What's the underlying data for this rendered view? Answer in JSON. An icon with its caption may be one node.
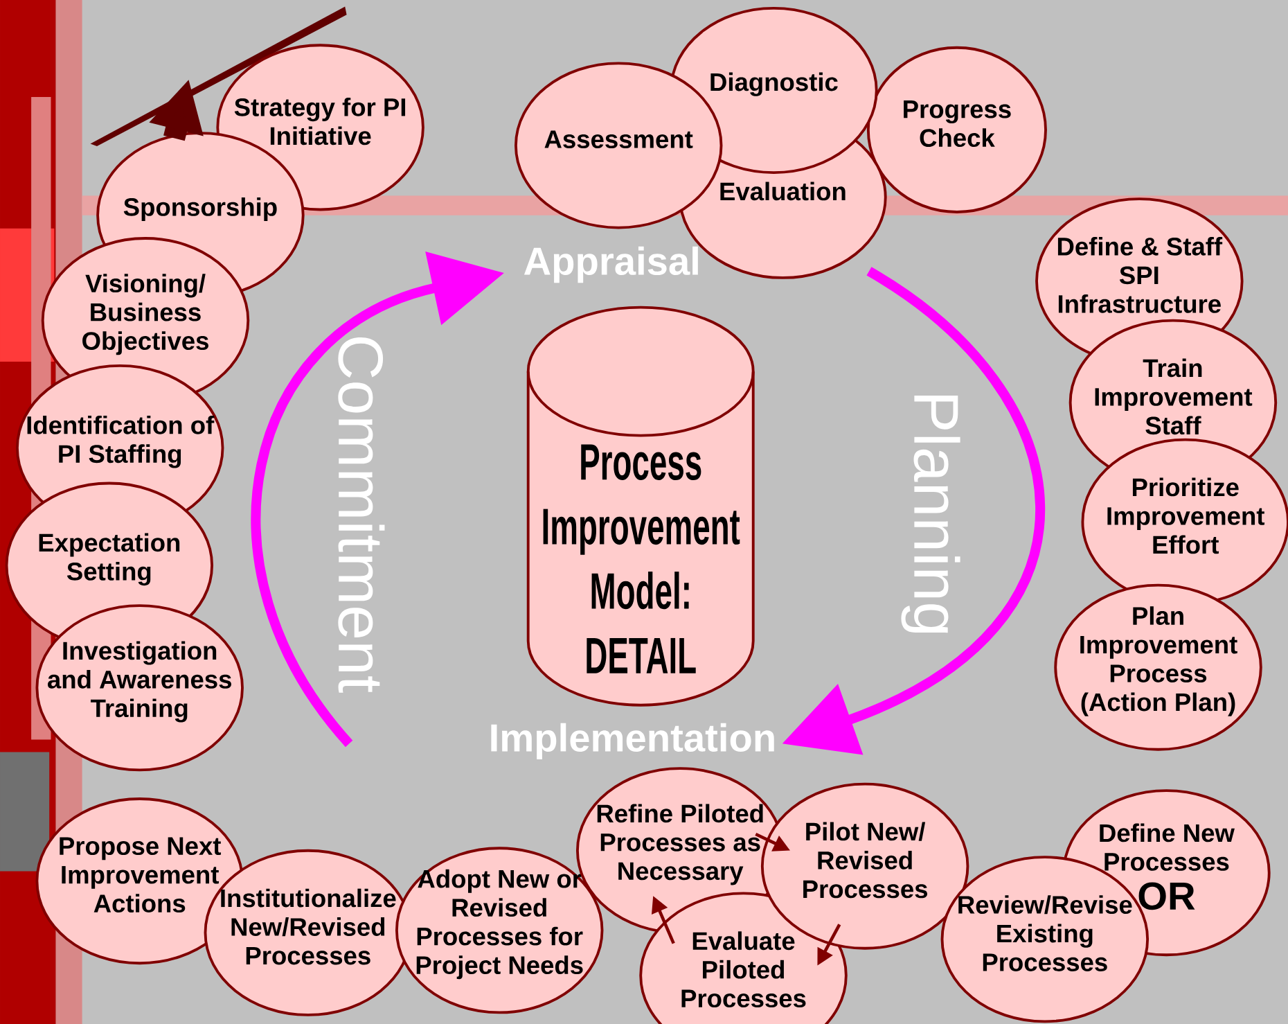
{
  "diagram": {
    "nodes": [
      {
        "text": [
          "Strategy for PI Initiative"
        ]
      },
      {
        "text": [
          "Sponsorship"
        ]
      },
      {
        "text": [
          "Visioning/ Business Objectives"
        ]
      },
      {
        "text": [
          "Identification of PI Staffing"
        ]
      },
      {
        "text": [
          "Expectation Setting"
        ]
      },
      {
        "text": [
          "Investigation and Awareness Training"
        ]
      },
      {
        "text": [
          "Assessment"
        ]
      },
      {
        "text": [
          "Diagnostic"
        ]
      },
      {
        "text": [
          "Evaluation"
        ]
      },
      {
        "text": [
          "Progress Check"
        ]
      },
      {
        "text": [
          "Define & Staff SPI Infrastructure"
        ]
      },
      {
        "text": [
          "Train Improvement Staff"
        ]
      },
      {
        "text": [
          "Prioritize Improvement Effort"
        ]
      },
      {
        "text": [
          "Plan Improvement Process (Action Plan)"
        ]
      },
      {
        "text": [
          "Define New Processes",
          "OR"
        ]
      },
      {
        "text": [
          "Review/Revise Existing Processes"
        ]
      },
      {
        "text": [
          "Pilot New/ Revised Processes"
        ]
      },
      {
        "text": [
          "Refine Piloted Processes as Necessary"
        ]
      },
      {
        "text": [
          "Evaluate Piloted Processes"
        ]
      },
      {
        "text": [
          "Adopt New or Revised Processes for Project Needs"
        ]
      },
      {
        "text": [
          "Institutionalize New/Revised Processes"
        ]
      },
      {
        "text": [
          "Propose Next Improvement Actions"
        ]
      },
      {
        "text": [
          "Process Improvement Model: DETAIL"
        ]
      },
      {
        "text": [
          "Appraisal"
        ]
      },
      {
        "text": [
          "Implementation"
        ]
      }
    ],
    "edges": [
      {
        "from": 17,
        "to": 16,
        "arrow": "to"
      },
      {
        "from": 16,
        "to": 18,
        "arrow": "to"
      },
      {
        "from": 18,
        "to": 17,
        "arrow": "to"
      },
      {
        "from": null,
        "to": 23,
        "arrow": "to",
        "label": "Commitment",
        "style": "thick",
        "color": "#ff00ff"
      },
      {
        "from": null,
        "to": 24,
        "arrow": "to",
        "label": "Planning",
        "style": "thick",
        "color": "#ff00ff"
      },
      {
        "from": 1,
        "to": null,
        "arrow": "to",
        "style": "thick",
        "color": "#600000"
      }
    ]
  }
}
